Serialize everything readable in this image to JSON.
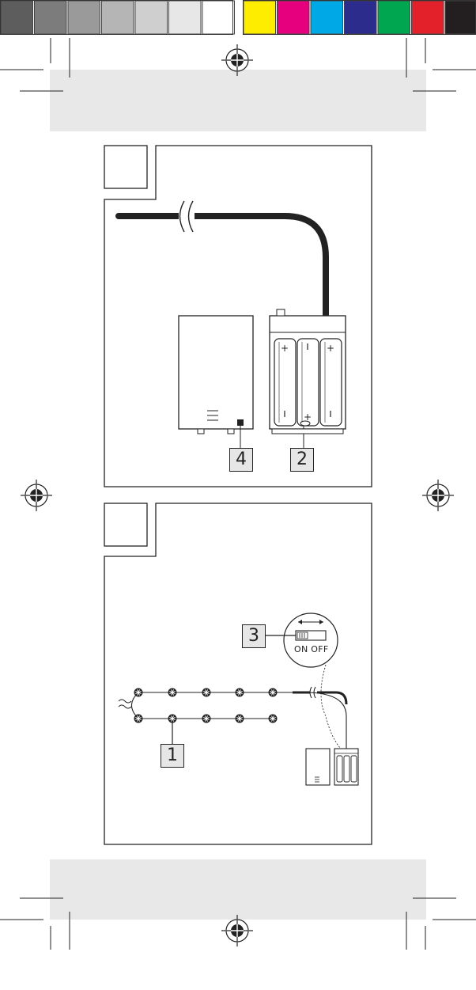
{
  "color_bar": {
    "swatches": [
      "#5d5d5d",
      "#7c7c7c",
      "#9a9a9a",
      "#b5b5b5",
      "#cfcfcf",
      "#e7e7e7",
      "#ffffff",
      "#ffed00",
      "#e6007e",
      "#00a9e5",
      "#2c2c8d",
      "#00a650",
      "#e3212b",
      "#231f20"
    ]
  },
  "figure_a": {
    "callouts": {
      "battery_box_lid": "4",
      "battery_compartment": "2"
    }
  },
  "figure_b": {
    "callouts": {
      "switch": "3",
      "light_chain": "1"
    },
    "switch_label": "ON OFF"
  }
}
